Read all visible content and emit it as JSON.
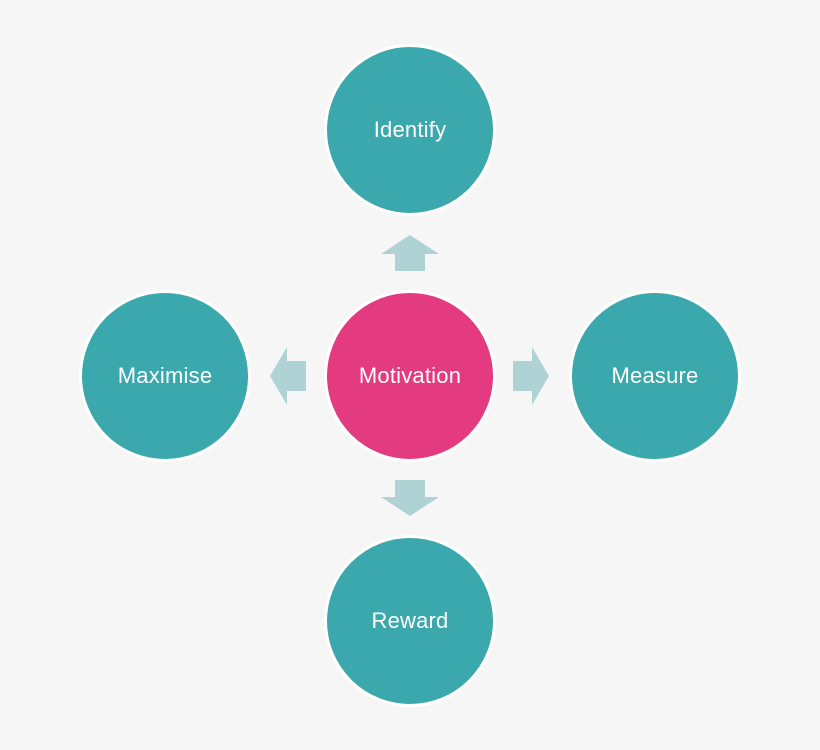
{
  "diagram": {
    "center": {
      "label": "Motivation"
    },
    "top": {
      "label": "Identify"
    },
    "right": {
      "label": "Measure"
    },
    "bottom": {
      "label": "Reward"
    },
    "left": {
      "label": "Maximise"
    }
  },
  "colors": {
    "background": "#f6f6f6",
    "center_node": "#e33a80",
    "outer_node": "#3aa8ad",
    "arrow": "#afd2d4",
    "node_border": "#ffffff",
    "text": "#ffffff"
  },
  "icons": {
    "arrows": [
      "arrow-up-icon",
      "arrow-right-icon",
      "arrow-down-icon",
      "arrow-left-icon"
    ]
  }
}
